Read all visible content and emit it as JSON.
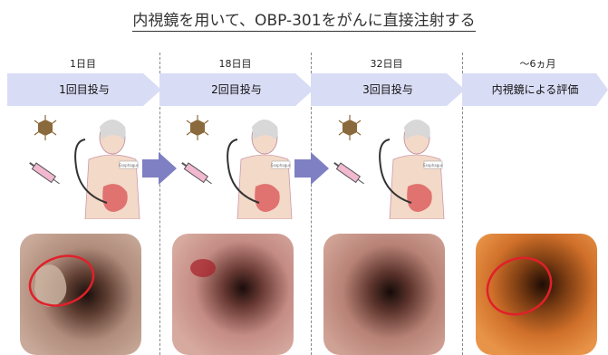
{
  "title": "内視鏡を用いて、OBP-301をがんに直接注射する",
  "columns": [
    {
      "day": "1日目",
      "step": "1回目投与",
      "label_tag": "Esophagus"
    },
    {
      "day": "18日目",
      "step": "2回目投与",
      "label_tag": "Esophagus"
    },
    {
      "day": "32日目",
      "step": "3回目投与",
      "label_tag": "Esophagus"
    },
    {
      "day": "～6ヵ月",
      "step": "内視鏡による評価"
    }
  ],
  "colors": {
    "banner": "#d9dcf5",
    "arrow": "#7f7fc3",
    "circle": "#e0202a",
    "virus": "#8a6a3c"
  }
}
